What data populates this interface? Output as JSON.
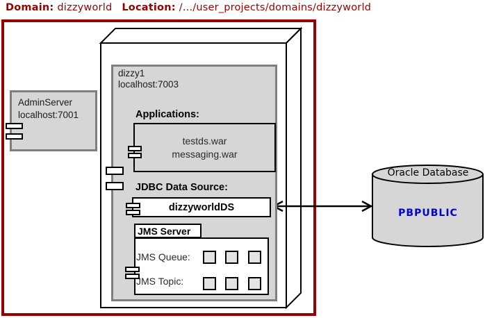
{
  "header": {
    "domain_label": "Domain:",
    "domain_value": "dizzyworld",
    "location_label": "Location:",
    "location_value": "/.../user_projects/domains/dizzyworld"
  },
  "admin_server": {
    "name": "AdminServer",
    "address": "localhost:7001"
  },
  "managed_server": {
    "name": "dizzy1",
    "address": "localhost:7003",
    "applications": {
      "label": "Applications:",
      "items": [
        "testds.war",
        "messaging.war"
      ]
    },
    "jdbc": {
      "label": "JDBC Data Source:",
      "datasource": "dizzyworldDS"
    },
    "jms": {
      "title": "JMS Server",
      "queue_label": "JMS Queue:",
      "topic_label": "JMS Topic:",
      "queue_icon_count": 3,
      "topic_icon_count": 3
    }
  },
  "database": {
    "title": "Oracle Database",
    "schema": "PBPUBLIC"
  },
  "colors": {
    "accent_red": "#990000",
    "schema_blue": "#0000dd",
    "box_gray": "#d6d6d6",
    "border_gray": "#7f7f7f"
  }
}
